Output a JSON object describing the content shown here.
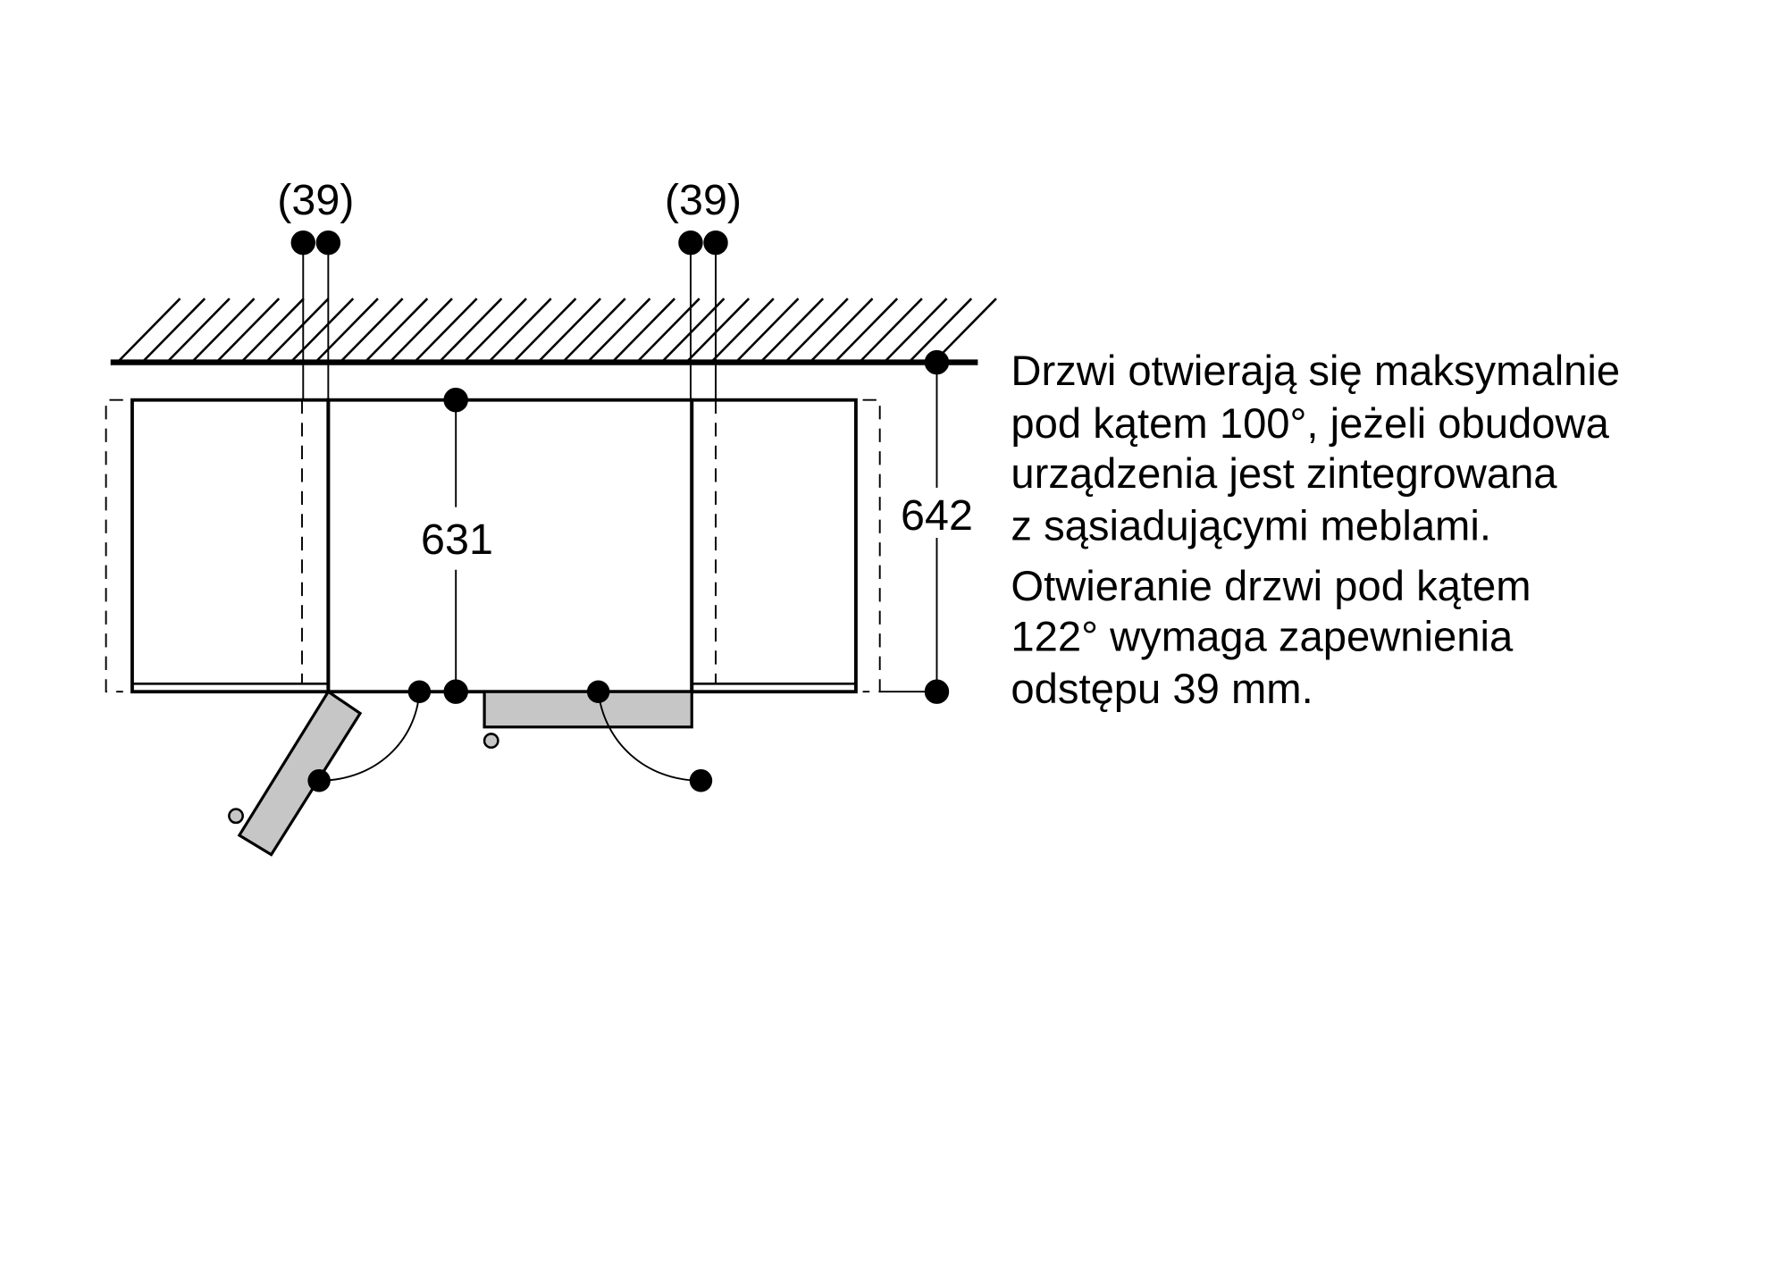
{
  "diagram": {
    "clearance_left_label": "(39)",
    "clearance_right_label": "(39)",
    "depth_inner_label": "631",
    "depth_total_label": "642"
  },
  "note": {
    "lines": [
      "Drzwi otwierają się maksymalnie",
      "pod kątem 100°, jeżeli obudowa",
      "urządzenia jest zintegrowana",
      "z sąsiadującymi meblami.",
      "Otwieranie drzwi pod kątem",
      "122° wymaga zapewnienia",
      "odstępu 39 mm."
    ]
  },
  "colors": {
    "line": "#000000",
    "door_fill": "#c6c6c6"
  }
}
